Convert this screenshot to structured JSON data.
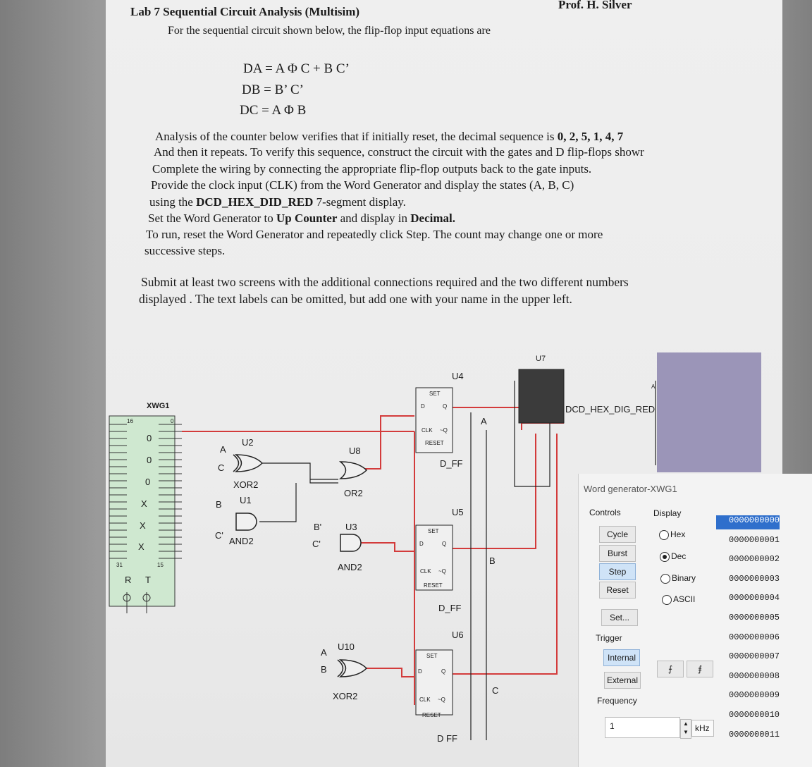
{
  "header": {
    "title": "Lab 7 Sequential Circuit Analysis (Multisim)",
    "author": "Prof. H. Silver",
    "intro": "For the sequential circuit shown below, the flip-flop input equations are"
  },
  "equations": {
    "da": "DA = A Φ C + B C’",
    "db": "DB = B’ C’",
    "dc": "DC = A Φ B"
  },
  "instructions": {
    "l1_pre": "Analysis of the counter below verifies that if initially reset, the decimal sequence is ",
    "l1_seq": "0, 2, 5, 1, 4, 7",
    "l2": "And then it repeats. To verify this sequence, construct the circuit with the gates and D flip-flops showr",
    "l3": "Complete the wiring by connecting the appropriate flip-flop outputs back to the gate inputs.",
    "l4": "Provide the clock input (CLK) from the Word Generator and display the states (A, B, C)",
    "l5_pre": "using the ",
    "l5_bold": "DCD_HEX_DID_RED",
    "l5_post": " 7-segment display.",
    "l6_pre": "Set the Word Generator to ",
    "l6_bold1": "Up Counter",
    "l6_mid": " and display in ",
    "l6_bold2": "Decimal.",
    "l7": "To run, reset the Word Generator and repeatedly click Step. The count may change one or more",
    "l8": "successive steps.",
    "l9": "Submit at least two screens with the additional connections required and the two different numbers",
    "l10": "displayed . The text labels can be omitted, but add one with your name in the upper left."
  },
  "circuit": {
    "xwg_label": "XWG1",
    "xwg_pin_top_left": "16",
    "xwg_pin_top_right": "0",
    "xwg_pin_bottom_left": "31",
    "xwg_pin_bottom_right": "15",
    "xwg_values": [
      "0",
      "0",
      "0",
      "X",
      "X",
      "X"
    ],
    "xwg_r": "R",
    "xwg_t": "T",
    "u2": "U2",
    "xor2": "XOR2",
    "u1": "U1",
    "and2_1": "AND2",
    "u8": "U8",
    "or2": "OR2",
    "u3": "U3",
    "and2_2": "AND2",
    "u10": "U10",
    "xor2_2": "XOR2",
    "in_a": "A",
    "in_c": "C",
    "in_b": "B",
    "in_c2": "C'",
    "in_b2": "B'",
    "in_c3": "C'",
    "in_a2": "A",
    "in_b3": "B",
    "u4": "U4",
    "u5": "U5",
    "u6": "U6",
    "dff": "D_FF",
    "dff_cut": "D FF",
    "set": "SET",
    "reset": "RESET",
    "d": "D",
    "q": "Q",
    "clk": "CLK",
    "qn": "~Q",
    "node_a": "A",
    "node_b": "B",
    "node_c": "C",
    "u7": "U7",
    "display_label": "DCD_HEX_DIG_RED",
    "display_a": "A"
  },
  "word_generator": {
    "title": "Word generator-XWG1",
    "controls_label": "Controls",
    "display_label": "Display",
    "buttons": [
      "Cycle",
      "Burst",
      "Step",
      "Reset",
      "Set..."
    ],
    "display_options": [
      "Hex",
      "Dec",
      "Binary",
      "ASCII"
    ],
    "selected_display": "Dec",
    "trigger_label": "Trigger",
    "trigger_buttons": [
      "Internal",
      "External"
    ],
    "frequency_label": "Frequency",
    "frequency_value": "1",
    "frequency_unit": "kHz",
    "words": [
      "0000000000",
      "0000000001",
      "0000000002",
      "0000000003",
      "0000000004",
      "0000000005",
      "0000000006",
      "0000000007",
      "0000000008",
      "0000000009",
      "0000000010",
      "0000000011"
    ],
    "selected_word_index": 0
  },
  "colors": {
    "wire": "#d33b3b",
    "black_wire": "#222222",
    "xwg_fill": "#cfe8d0",
    "display_fill": "#9b95b8",
    "selection": "#2f6fcc"
  }
}
